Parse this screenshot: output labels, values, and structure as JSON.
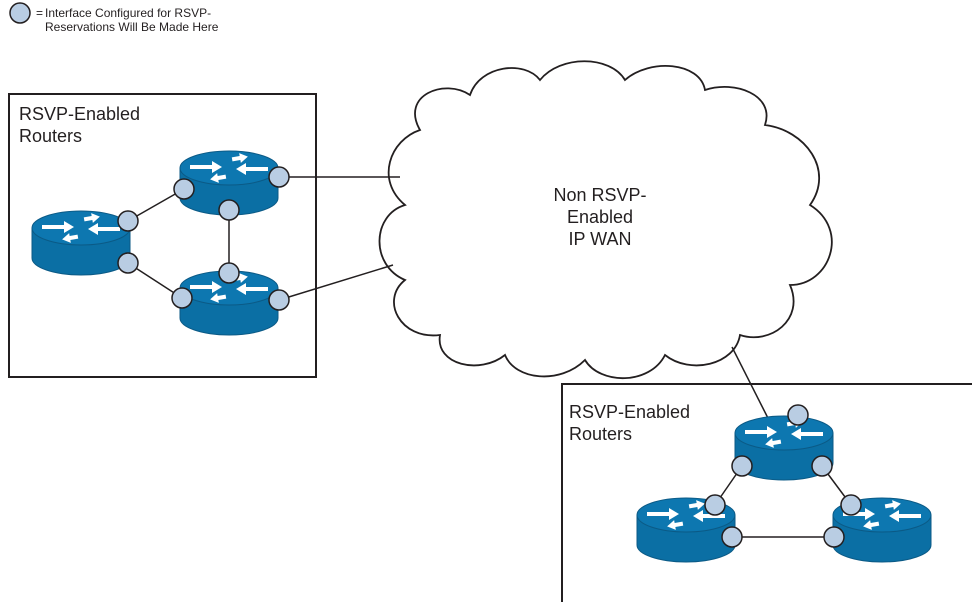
{
  "legend": {
    "symbol": "interface-circle",
    "equals": "=",
    "line1": "Interface Configured for RSVP-",
    "line2": "Reservations Will Be Made Here"
  },
  "groups": [
    {
      "id": "left",
      "label_line1": "RSVP-Enabled",
      "label_line2": "Routers"
    },
    {
      "id": "right",
      "label_line1": "RSVP-Enabled",
      "label_line2": "Routers"
    }
  ],
  "cloud": {
    "label_line1": "Non RSVP-",
    "label_line2": "Enabled",
    "label_line3": "IP WAN"
  },
  "colors": {
    "router_body": "#0b6fa4",
    "router_top": "#0a5f8f",
    "interface_fill": "#b9cde3",
    "outline": "#231f20"
  },
  "icons": {
    "router": "router-icon",
    "interface": "interface-circle-icon",
    "cloud": "cloud-icon"
  }
}
